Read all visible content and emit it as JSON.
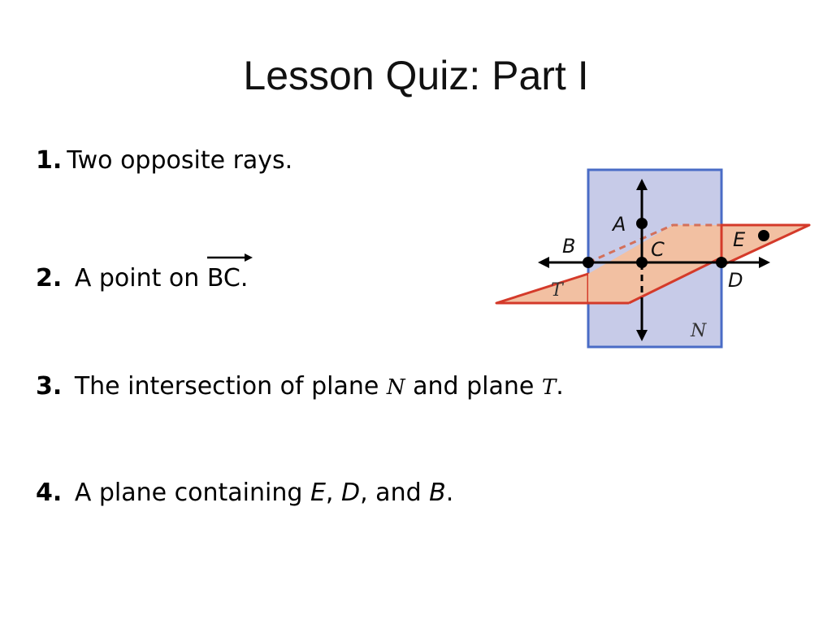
{
  "title": "Lesson Quiz: Part I",
  "questions": [
    {
      "num": "1.",
      "text": "Two opposite rays."
    },
    {
      "num": "2.",
      "pre": "A point on ",
      "ray": "BC",
      "post": "."
    },
    {
      "num": "3.",
      "pre": "The intersection of plane ",
      "plane1": "N",
      "mid": " and plane ",
      "plane2": "T",
      "post": "."
    },
    {
      "num": "4.",
      "pre": "A plane containing ",
      "v1": "E",
      "sep1": ", ",
      "v2": "D",
      "sep2": ", and ",
      "v3": "B",
      "post": "."
    }
  ],
  "figure": {
    "points": {
      "A": "A",
      "B": "B",
      "C": "C",
      "D": "D",
      "E": "E"
    },
    "planes": {
      "vertical": "N",
      "horizontal": "T"
    },
    "colors": {
      "vertical_fill": "#c7cbe8",
      "vertical_stroke": "#4a6cc6",
      "horizontal_fill": "#f2c0a2",
      "horizontal_stroke": "#d43a2a"
    }
  }
}
